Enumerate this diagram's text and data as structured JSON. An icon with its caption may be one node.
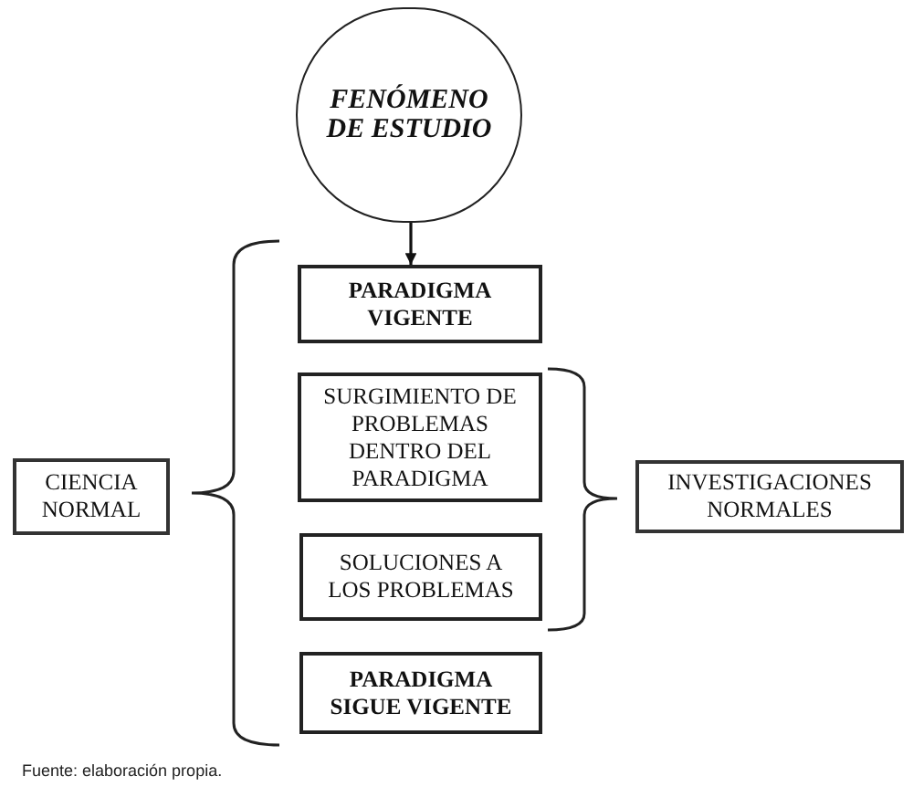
{
  "diagram": {
    "caption": "Fuente: elaboración propia.",
    "nodes": [
      {
        "text": [
          "FENÓMENO DE ESTUDIO"
        ]
      },
      {
        "text": [
          "PARADIGMA VIGENTE"
        ]
      },
      {
        "text": [
          "SURGIMIENTO DE PROBLEMAS DENTRO DEL PARADIGMA"
        ]
      },
      {
        "text": [
          "SOLUCIONES A LOS PROBLEMAS"
        ]
      },
      {
        "text": [
          "PARADIGMA SIGUE VIGENTE"
        ]
      },
      {
        "text": [
          "CIENCIA NORMAL"
        ]
      },
      {
        "text": [
          "INVESTIGACIONES NORMALES"
        ]
      }
    ],
    "edges": [
      {
        "from": 0,
        "to": 1,
        "arrow": "to"
      }
    ]
  }
}
